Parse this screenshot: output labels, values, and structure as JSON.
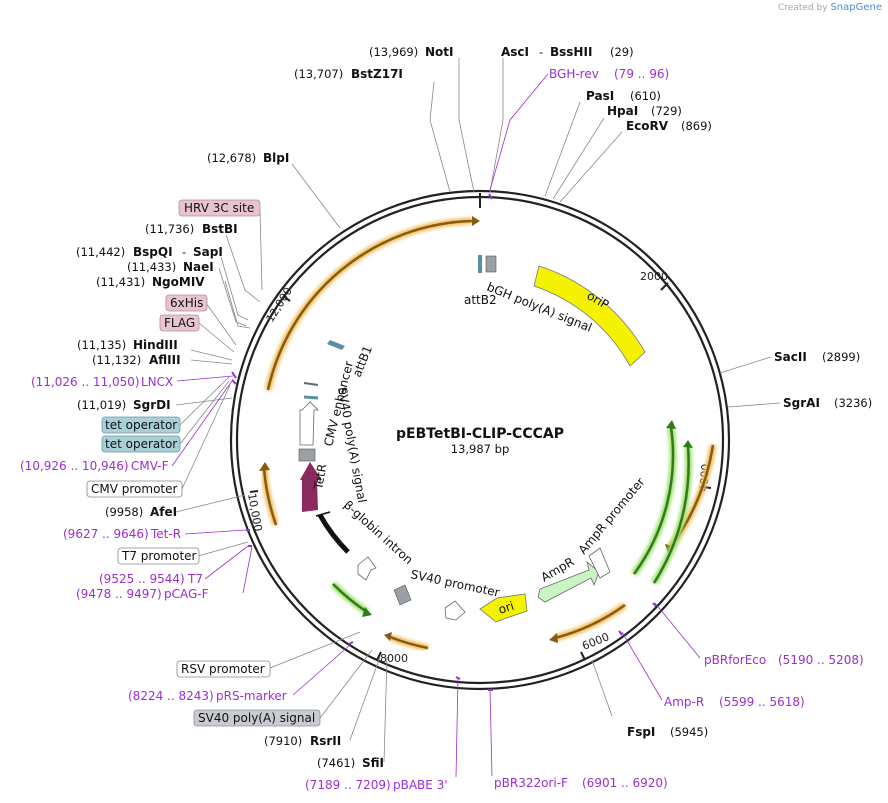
{
  "header": {
    "created_by": "Created by",
    "brand": "SnapGene"
  },
  "plasmid": {
    "name": "pEBTetBI-CLIP-CCCAP",
    "size": "13,987 bp"
  },
  "ticks": {
    "t2000": "2000",
    "t4000": "4000",
    "t6000": "6000",
    "t8000": "8000",
    "t10000": "10,000",
    "t12000": "12,000"
  },
  "sites": {
    "noti": {
      "pos": "(13,969)",
      "name": "NotI"
    },
    "asci": {
      "name": "AscI"
    },
    "bsshii": {
      "name": "BssHII",
      "pos": "(29)"
    },
    "bstz17i": {
      "pos": "(13,707)",
      "name": "BstZ17I"
    },
    "pasi": {
      "name": "PasI",
      "pos": "(610)"
    },
    "hpai": {
      "name": "HpaI",
      "pos": "(729)"
    },
    "ecorv": {
      "name": "EcoRV",
      "pos": "(869)"
    },
    "blpi": {
      "pos": "(12,678)",
      "name": "BlpI"
    },
    "bstbi": {
      "pos": "(11,736)",
      "name": "BstBI"
    },
    "bspqi": {
      "pos": "(11,442)",
      "name": "BspQI"
    },
    "sapi": {
      "name": "SapI"
    },
    "naei": {
      "pos": "(11,433)",
      "name": "NaeI"
    },
    "ngomiv": {
      "pos": "(11,431)",
      "name": "NgoMIV"
    },
    "hindiii": {
      "pos": "(11,135)",
      "name": "HindIII"
    },
    "aflii": {
      "pos": "(11,132)",
      "name": "AflIII"
    },
    "sgrdi": {
      "pos": "(11,019)",
      "name": "SgrDI"
    },
    "afei": {
      "pos": "(9958)",
      "name": "AfeI"
    },
    "sacii": {
      "name": "SacII",
      "pos": "(2899)"
    },
    "sgrai": {
      "name": "SgrAI",
      "pos": "(3236)"
    },
    "fspi": {
      "name": "FspI",
      "pos": "(5945)"
    },
    "rsrii": {
      "pos": "(7910)",
      "name": "RsrII"
    },
    "sfii": {
      "pos": "(7461)",
      "name": "SfiI"
    }
  },
  "primers": {
    "bghrev": {
      "name": "BGH-rev",
      "range": "(79 .. 96)"
    },
    "lncx": {
      "range": "(11,026 .. 11,050)",
      "name": "LNCX"
    },
    "cmvf": {
      "range": "(10,926 .. 10,946)",
      "name": "CMV-F"
    },
    "tetr": {
      "range": "(9627 .. 9646)",
      "name": "Tet-R"
    },
    "t7": {
      "range": "(9525 .. 9544)",
      "name": "T7"
    },
    "pcagf": {
      "range": "(9478 .. 9497)",
      "name": "pCAG-F"
    },
    "prsmarker": {
      "range": "(8224 .. 8243)",
      "name": "pRS-marker"
    },
    "pbabe3": {
      "range": "(7189 .. 7209)",
      "name": "pBABE 3'"
    },
    "pbr322orif": {
      "name": "pBR322ori-F",
      "range": "(6901 .. 6920)"
    },
    "pbrforeco": {
      "name": "pBRforEco",
      "range": "(5190 .. 5208)"
    },
    "ampr": {
      "name": "Amp-R",
      "range": "(5599 .. 5618)"
    }
  },
  "boxes": {
    "hrv3c": "HRV 3C site",
    "his6": "6xHis",
    "flag": "FLAG",
    "tetop1": "tet operator",
    "tetop2": "tet operator",
    "cmvpromoter": "CMV promoter",
    "t7promoter": "T7 promoter",
    "rsvpromoter": "RSV promoter",
    "sv40polya": "SV40 poly(A) signal"
  },
  "features": {
    "attb2": "attB2",
    "bgh": "bGH poly(A) signal",
    "orip": "oriP",
    "attb1": "attB1",
    "cmvenh": "CMV enhancer",
    "sv40pa": "SV40 poly(A) signal",
    "tetr": "TetR",
    "betaglobin": "β-globin intron",
    "ampr": "AmpR",
    "amprpromoter": "AmpR promoter",
    "ori": "ori",
    "sv40promoter": "SV40 promoter"
  },
  "colors": {
    "orip": "#f5f200",
    "ampr": "#c9f5c2",
    "ori": "#f5f200",
    "tetr": "#8b2a5e",
    "sv40pa": "#9aa0a6",
    "attb": "#5a8fa8",
    "primer": "#9b2fd0",
    "tetop_box": "#a9cfd8",
    "tag_box": "#e8c4d0",
    "grey_box": "#c8cbcf"
  }
}
